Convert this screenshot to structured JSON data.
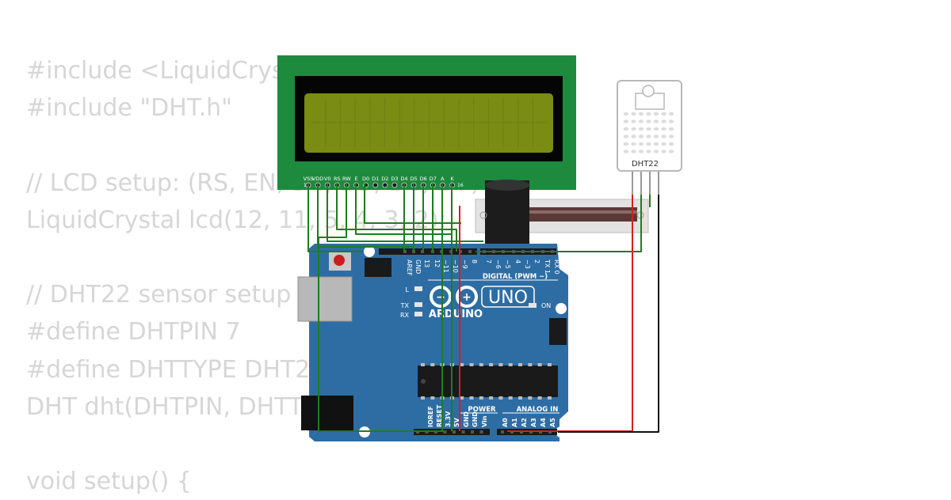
{
  "code_lines": [
    "#include <LiquidCrystal.h>",
    "#include \"DHT.h\"",
    "",
    "// LCD setup: (RS, EN, D4, D5, D6, D7)",
    "LiquidCrystal lcd(12, 11, 5, 4, 3, 2);",
    "",
    "// DHT22 sensor setup",
    "#define DHTPIN 7",
    "#define DHTTYPE DHT22",
    "DHT dht(DHTPIN, DHTTYPE);",
    "",
    "void setup() {"
  ],
  "lcd": {
    "pin_labels": [
      "VSS",
      "VDD",
      "V0",
      "RS",
      "RW",
      "E",
      "D0",
      "D1",
      "D2",
      "D3",
      "D4",
      "D5",
      "D6",
      "D7",
      "A",
      "K"
    ],
    "pin_first": "1",
    "pin_last": "16"
  },
  "sensor": {
    "label": "DHT22"
  },
  "arduino": {
    "brand": "ARDUINO",
    "model": "UNO",
    "digital_label": "DIGITAL (PWM ~)",
    "digital_pins": [
      "AREF",
      "GND",
      "13",
      "12",
      "~11",
      "~10",
      "~9",
      "8",
      "7",
      "~6",
      "~5",
      "4",
      "~3",
      "2",
      "TX 1",
      "RX 0"
    ],
    "led_labels": [
      "L",
      "TX",
      "RX"
    ],
    "on_label": "ON",
    "power_label": "POWER",
    "analog_label": "ANALOG IN",
    "power_pins": [
      "IOREF",
      "RESET",
      "3.3V",
      "5V",
      "GND",
      "GND",
      "Vin"
    ],
    "analog_pins": [
      "A0",
      "A1",
      "A2",
      "A3",
      "A4",
      "A5"
    ]
  },
  "colors": {
    "board": "#2e6da4",
    "lcd_pcb": "#1e8a3e",
    "lcd_screen": "#7a8c14",
    "wire_green": "#1e7d1e",
    "wire_red": "#d81e1e",
    "wire_black": "#111111",
    "code_text": "#d6d6d6"
  }
}
